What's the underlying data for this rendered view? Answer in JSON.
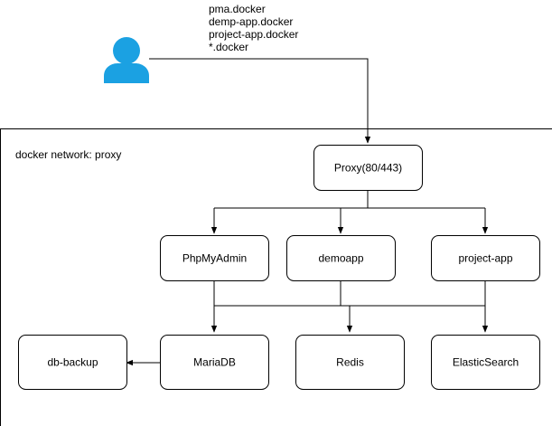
{
  "user": {
    "icon": "user-icon",
    "color": "#1BA1E2",
    "domains": [
      "pma.docker",
      "demp-app.docker",
      "project-app.docker",
      "*.docker"
    ]
  },
  "network": {
    "label": "docker network: proxy"
  },
  "nodes": {
    "proxy": "Proxy(80/443)",
    "phpmyadmin": "PhpMyAdmin",
    "demoapp": "demoapp",
    "project_app": "project-app",
    "db_backup": "db-backup",
    "mariadb": "MariaDB",
    "redis": "Redis",
    "elasticsearch": "ElasticSearch"
  }
}
